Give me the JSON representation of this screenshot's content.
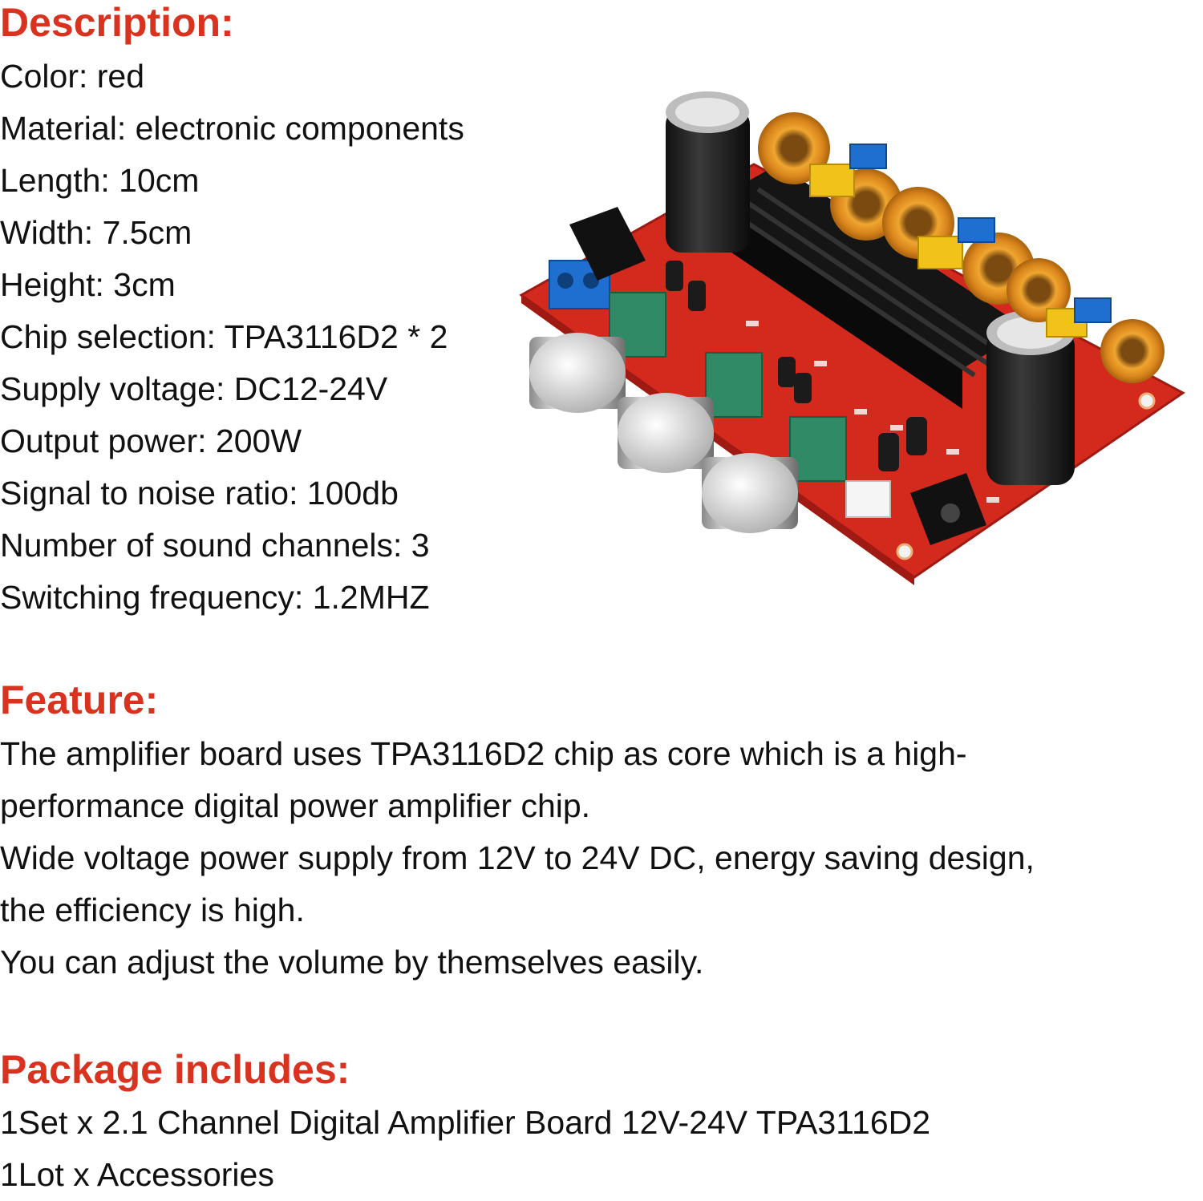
{
  "description": {
    "title": "Description:",
    "items": [
      "Color: red",
      "Material: electronic components",
      "Length: 10cm",
      "Width: 7.5cm",
      "Height: 3cm",
      "Chip selection: TPA3116D2 * 2",
      "Supply voltage: DC12-24V",
      "Output power: 200W",
      "Signal to noise ratio: 100db",
      "Number of sound channels: 3",
      "Switching frequency: 1.2MHZ"
    ]
  },
  "feature": {
    "title": "Feature:",
    "lines": [
      "The amplifier board uses TPA3116D2 chip as core which is a high-",
      "performance digital power amplifier chip.",
      "Wide voltage power supply from 12V to 24V DC, energy saving design,",
      "the efficiency is high.",
      "You can adjust the volume by themselves easily."
    ]
  },
  "package": {
    "title": "Package includes:",
    "items": [
      "1Set x 2.1 Channel Digital Amplifier Board 12V-24V TPA3116D2",
      "1Lot x Accessories"
    ]
  },
  "colors": {
    "heading": "#d9321f",
    "body_text": "#111111",
    "pcb": "#d42a1e"
  }
}
